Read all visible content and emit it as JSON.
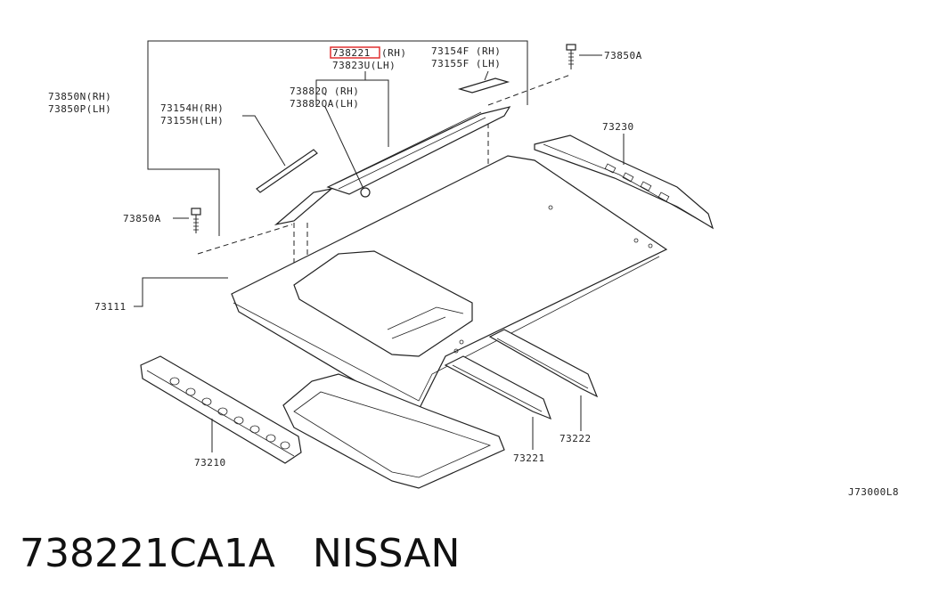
{
  "labels": {
    "highlight_rh": "738221",
    "highlight_rh_suffix": "(RH)",
    "p73823u": "73823U(LH)",
    "p73154f": "73154F (RH)",
    "p73155f": "73155F (LH)",
    "p73850a_top": "73850A",
    "p73850n": "73850N(RH)",
    "p73850p": "73850P(LH)",
    "p73882q": "73882Q (RH)",
    "p73882qa": "73882QA(LH)",
    "p73154h": "73154H(RH)",
    "p73155h": "73155H(LH)",
    "p73230": "73230",
    "p73850a_left": "73850A",
    "p73111": "73111",
    "p73210": "73210",
    "p73221": "73221",
    "p73222": "73222",
    "diagram_code": "J73000L8"
  },
  "caption": {
    "part_number": "738221CA1A",
    "brand": "NISSAN"
  },
  "colors": {
    "highlight": "#e03030",
    "ink": "#222222"
  }
}
